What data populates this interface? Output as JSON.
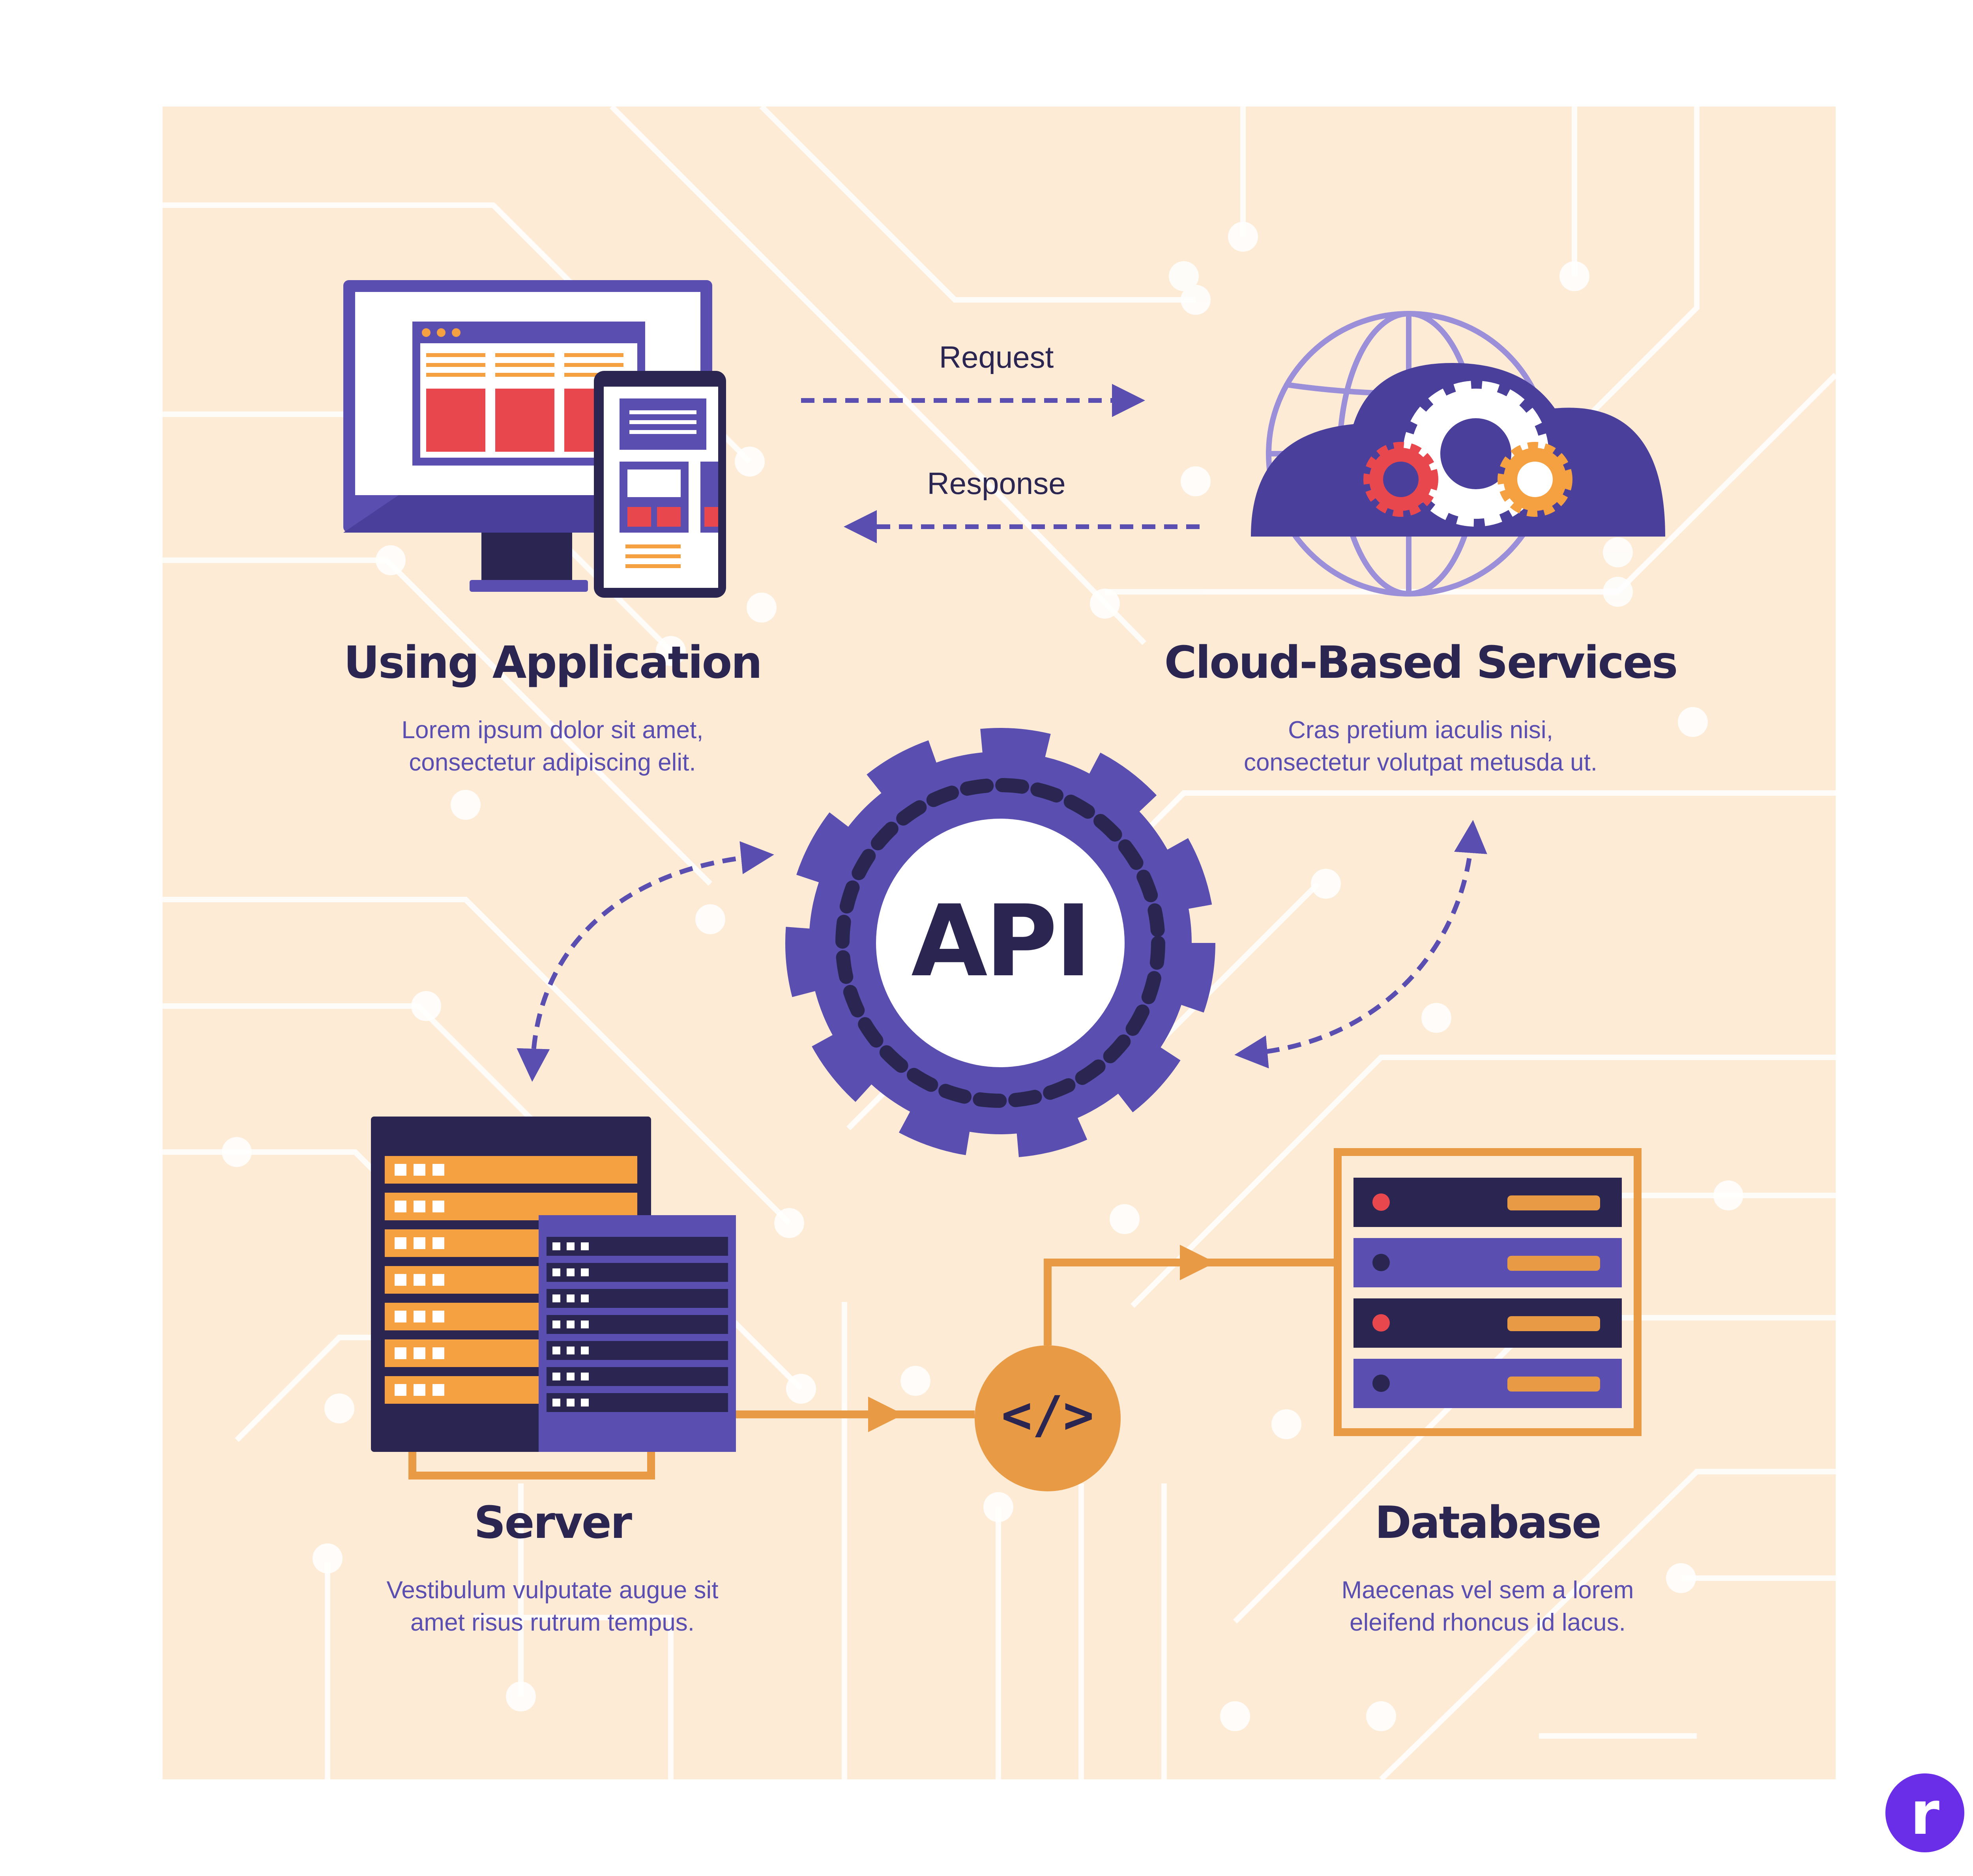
{
  "center": {
    "label": "API"
  },
  "flows": {
    "request_label": "Request",
    "response_label": "Response"
  },
  "nodes": {
    "application": {
      "title": "Using Application",
      "desc_line1": "Lorem ipsum dolor sit amet,",
      "desc_line2": "consectetur adipiscing elit."
    },
    "cloud": {
      "title": "Cloud-Based Services",
      "desc_line1": "Cras pretium iaculis nisi,",
      "desc_line2": "consectetur volutpat metusda ut."
    },
    "server": {
      "title": "Server",
      "desc_line1": "Vestibulum vulputate augue sit",
      "desc_line2": "amet risus rutrum tempus."
    },
    "database": {
      "title": "Database",
      "desc_line1": "Maecenas vel sem a lorem",
      "desc_line2": "eleifend rhoncus id lacus."
    }
  },
  "code_badge": {
    "label": "</>"
  },
  "logo": {
    "label": "r"
  },
  "colors": {
    "background": "#fdebd6",
    "circuit": "#ffffff",
    "navy": "#2b2551",
    "purple": "#5a4fb0",
    "orange": "#f5a041",
    "red": "#e8474e",
    "dark_orange": "#e89a45"
  }
}
